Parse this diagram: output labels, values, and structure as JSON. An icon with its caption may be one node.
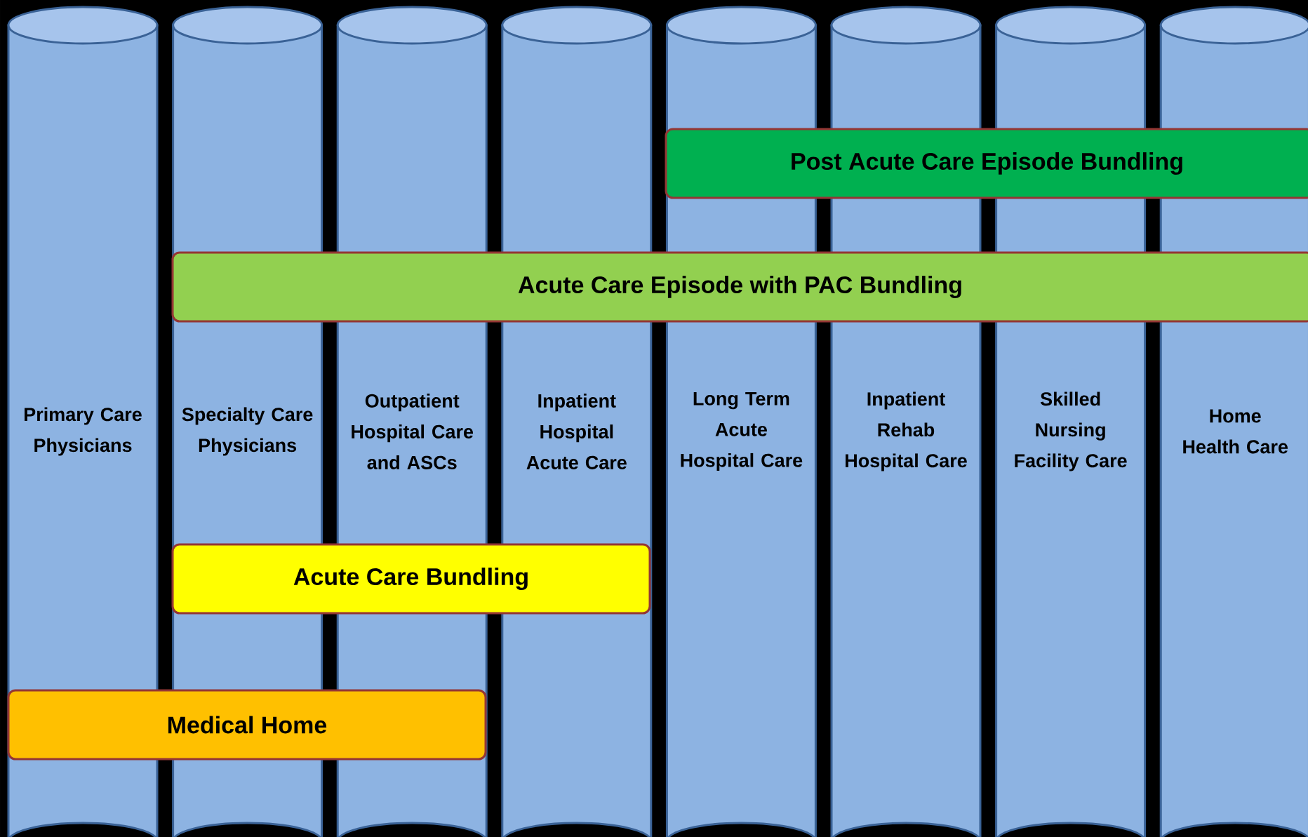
{
  "diagram": {
    "nodes": [
      {
        "text": [
          "Primary Care Physicians"
        ]
      },
      {
        "text": [
          "Specialty Care Physicians"
        ]
      },
      {
        "text": [
          "Outpatient Hospital Care and ASCs"
        ]
      },
      {
        "text": [
          "Inpatient Hospital Acute Care"
        ]
      },
      {
        "text": [
          "Long Term Acute Hospital Care"
        ]
      },
      {
        "text": [
          "Inpatient Rehab Hospital Care"
        ]
      },
      {
        "text": [
          "Skilled Nursing Facility Care"
        ]
      },
      {
        "text": [
          "Home Health Care"
        ]
      },
      {
        "text": [
          "Post Acute Care Episode Bundling"
        ]
      },
      {
        "text": [
          "Acute Care Episode with PAC Bundling"
        ]
      },
      {
        "text": [
          "Acute Care Bundling"
        ]
      },
      {
        "text": [
          "Medical Home"
        ]
      }
    ]
  }
}
